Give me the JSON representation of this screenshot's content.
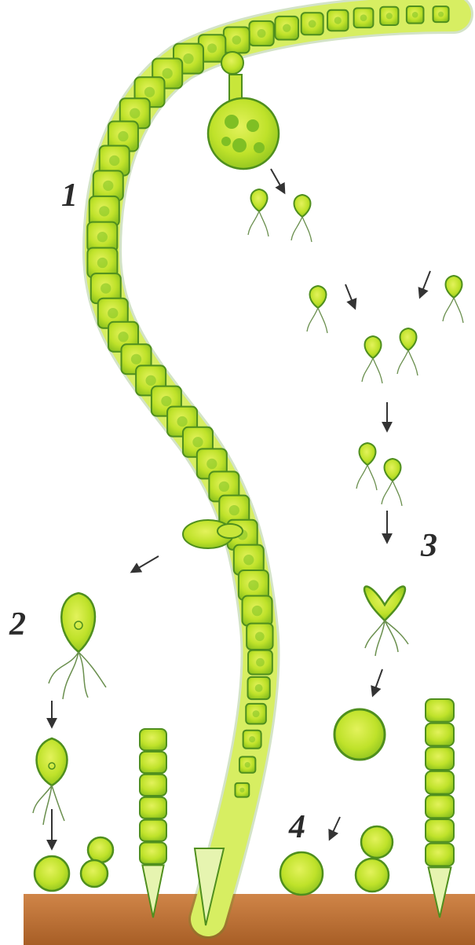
{
  "labels": {
    "stage_1": "1",
    "stage_2": "2",
    "stage_3": "3",
    "stage_4": "4"
  },
  "colors": {
    "cell_fill": "#bfe22a",
    "cell_light": "#d9ee5a",
    "cell_stroke": "#4f8f1e",
    "chloroplast": "#7fbf24",
    "soil": "#c9743a",
    "soil_dark": "#9a5220",
    "flagella": "#6a8f4e",
    "arrow": "#333333"
  }
}
